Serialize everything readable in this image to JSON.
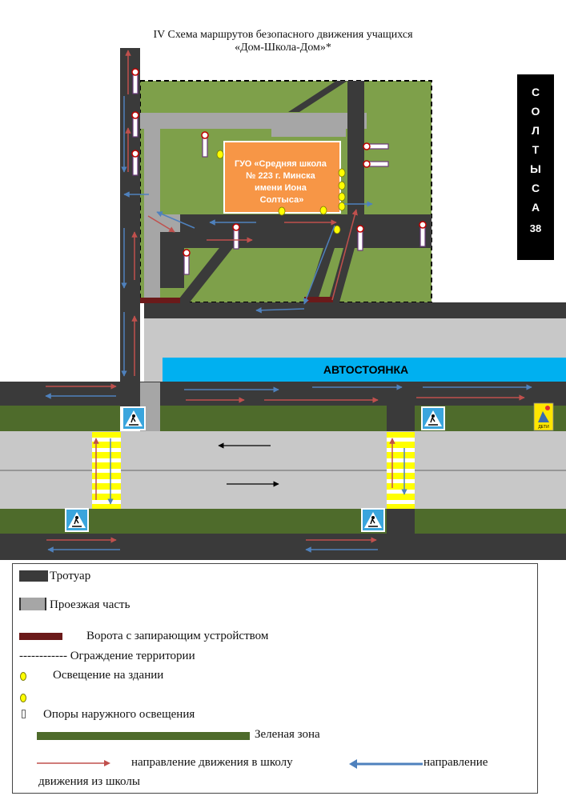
{
  "title": {
    "line1": "IV Схема маршрутов безопасного движения учащихся",
    "line2": "«Дом-Школа-Дом»*"
  },
  "school": {
    "name_lines": [
      "ГУО «Средняя школа",
      "№ 223 г. Минска",
      "имени Иона",
      "Солтыса»"
    ]
  },
  "parking": {
    "label": "АВТОСТОЯНКА"
  },
  "street": {
    "letters": [
      "С",
      "О",
      "Л",
      "Т",
      "Ы",
      "С",
      "А"
    ],
    "number": "38"
  },
  "signs": {
    "children_sign": "ДЕТИ"
  },
  "legend": {
    "sidewalk": "Тротуар",
    "roadway": "Проезжая часть",
    "gate": "Ворота с запирающим устройством",
    "fence": "------------ Ограждение территории",
    "building_light": "Освещение на здании",
    "street_light": "Опоры наружного освещения",
    "green": "Зеленая зона",
    "to_school": "направление движения в школу",
    "from_school_1": "направление",
    "from_school_2": "движения из школы"
  },
  "colors": {
    "sidewalk": "#3a3a3a",
    "roadway": "#c8c8c8",
    "green": "#7ea04a",
    "green_zone_strip": "#4e6b2b",
    "school": "#f79646",
    "parking": "#00b0f0",
    "gate": "#6b1a1a",
    "light": "#ffff00",
    "to_school_arrow": "#c0504d",
    "from_school_arrow": "#4f81bd",
    "crossing_sign": "#3aa5dd"
  }
}
